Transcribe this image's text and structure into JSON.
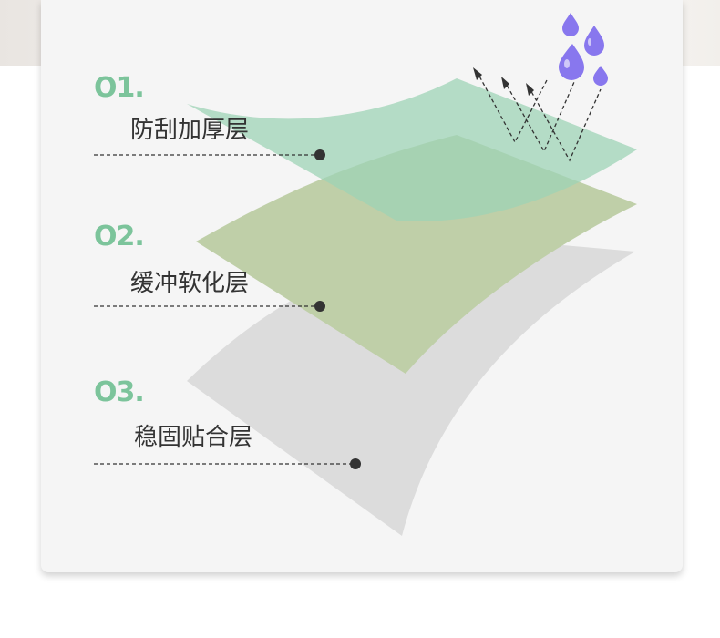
{
  "layers": [
    {
      "number": "O1.",
      "label": "防刮加厚层",
      "color": "#a4d5bb"
    },
    {
      "number": "O2.",
      "label": "缓冲软化层",
      "color": "#bfcfa8"
    },
    {
      "number": "O3.",
      "label": "稳固贴合层",
      "color": "#dcdcdc"
    }
  ],
  "colors": {
    "accent": "#7cc49b",
    "water_drop": "#8877ee",
    "leader_line": "#333333"
  },
  "icons": [
    "water-drop-icon",
    "reflection-arrow-icon"
  ]
}
